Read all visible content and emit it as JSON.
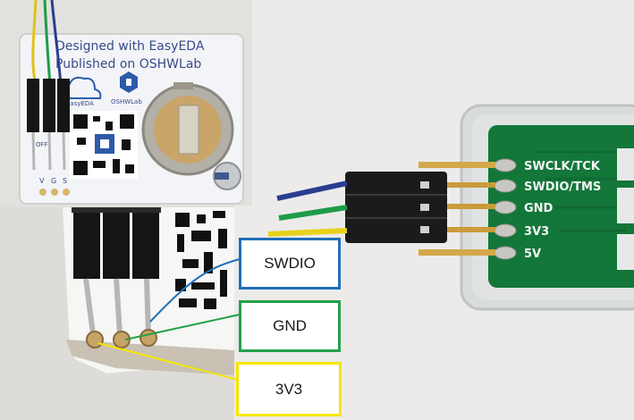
{
  "board": {
    "line1": "Designed with EasyEDA",
    "line2": "Published on OSHWLab",
    "logo_easyeda": "easyEDA",
    "logo_oshwlab": "OSHWLab",
    "switch_label": "OFF",
    "pin_v": "V",
    "pin_g": "G",
    "pin_s": "S"
  },
  "programmer": {
    "pins": [
      "SWCLK/TCK",
      "SWDIO/TMS",
      "GND",
      "3V3",
      "5V"
    ]
  },
  "callouts": {
    "swdio": "SWDIO",
    "gnd": "GND",
    "v3v3": "3V3"
  },
  "colors": {
    "swdio": "#1f6fb8",
    "gnd": "#22a14a",
    "v3v3": "#f5e600"
  }
}
